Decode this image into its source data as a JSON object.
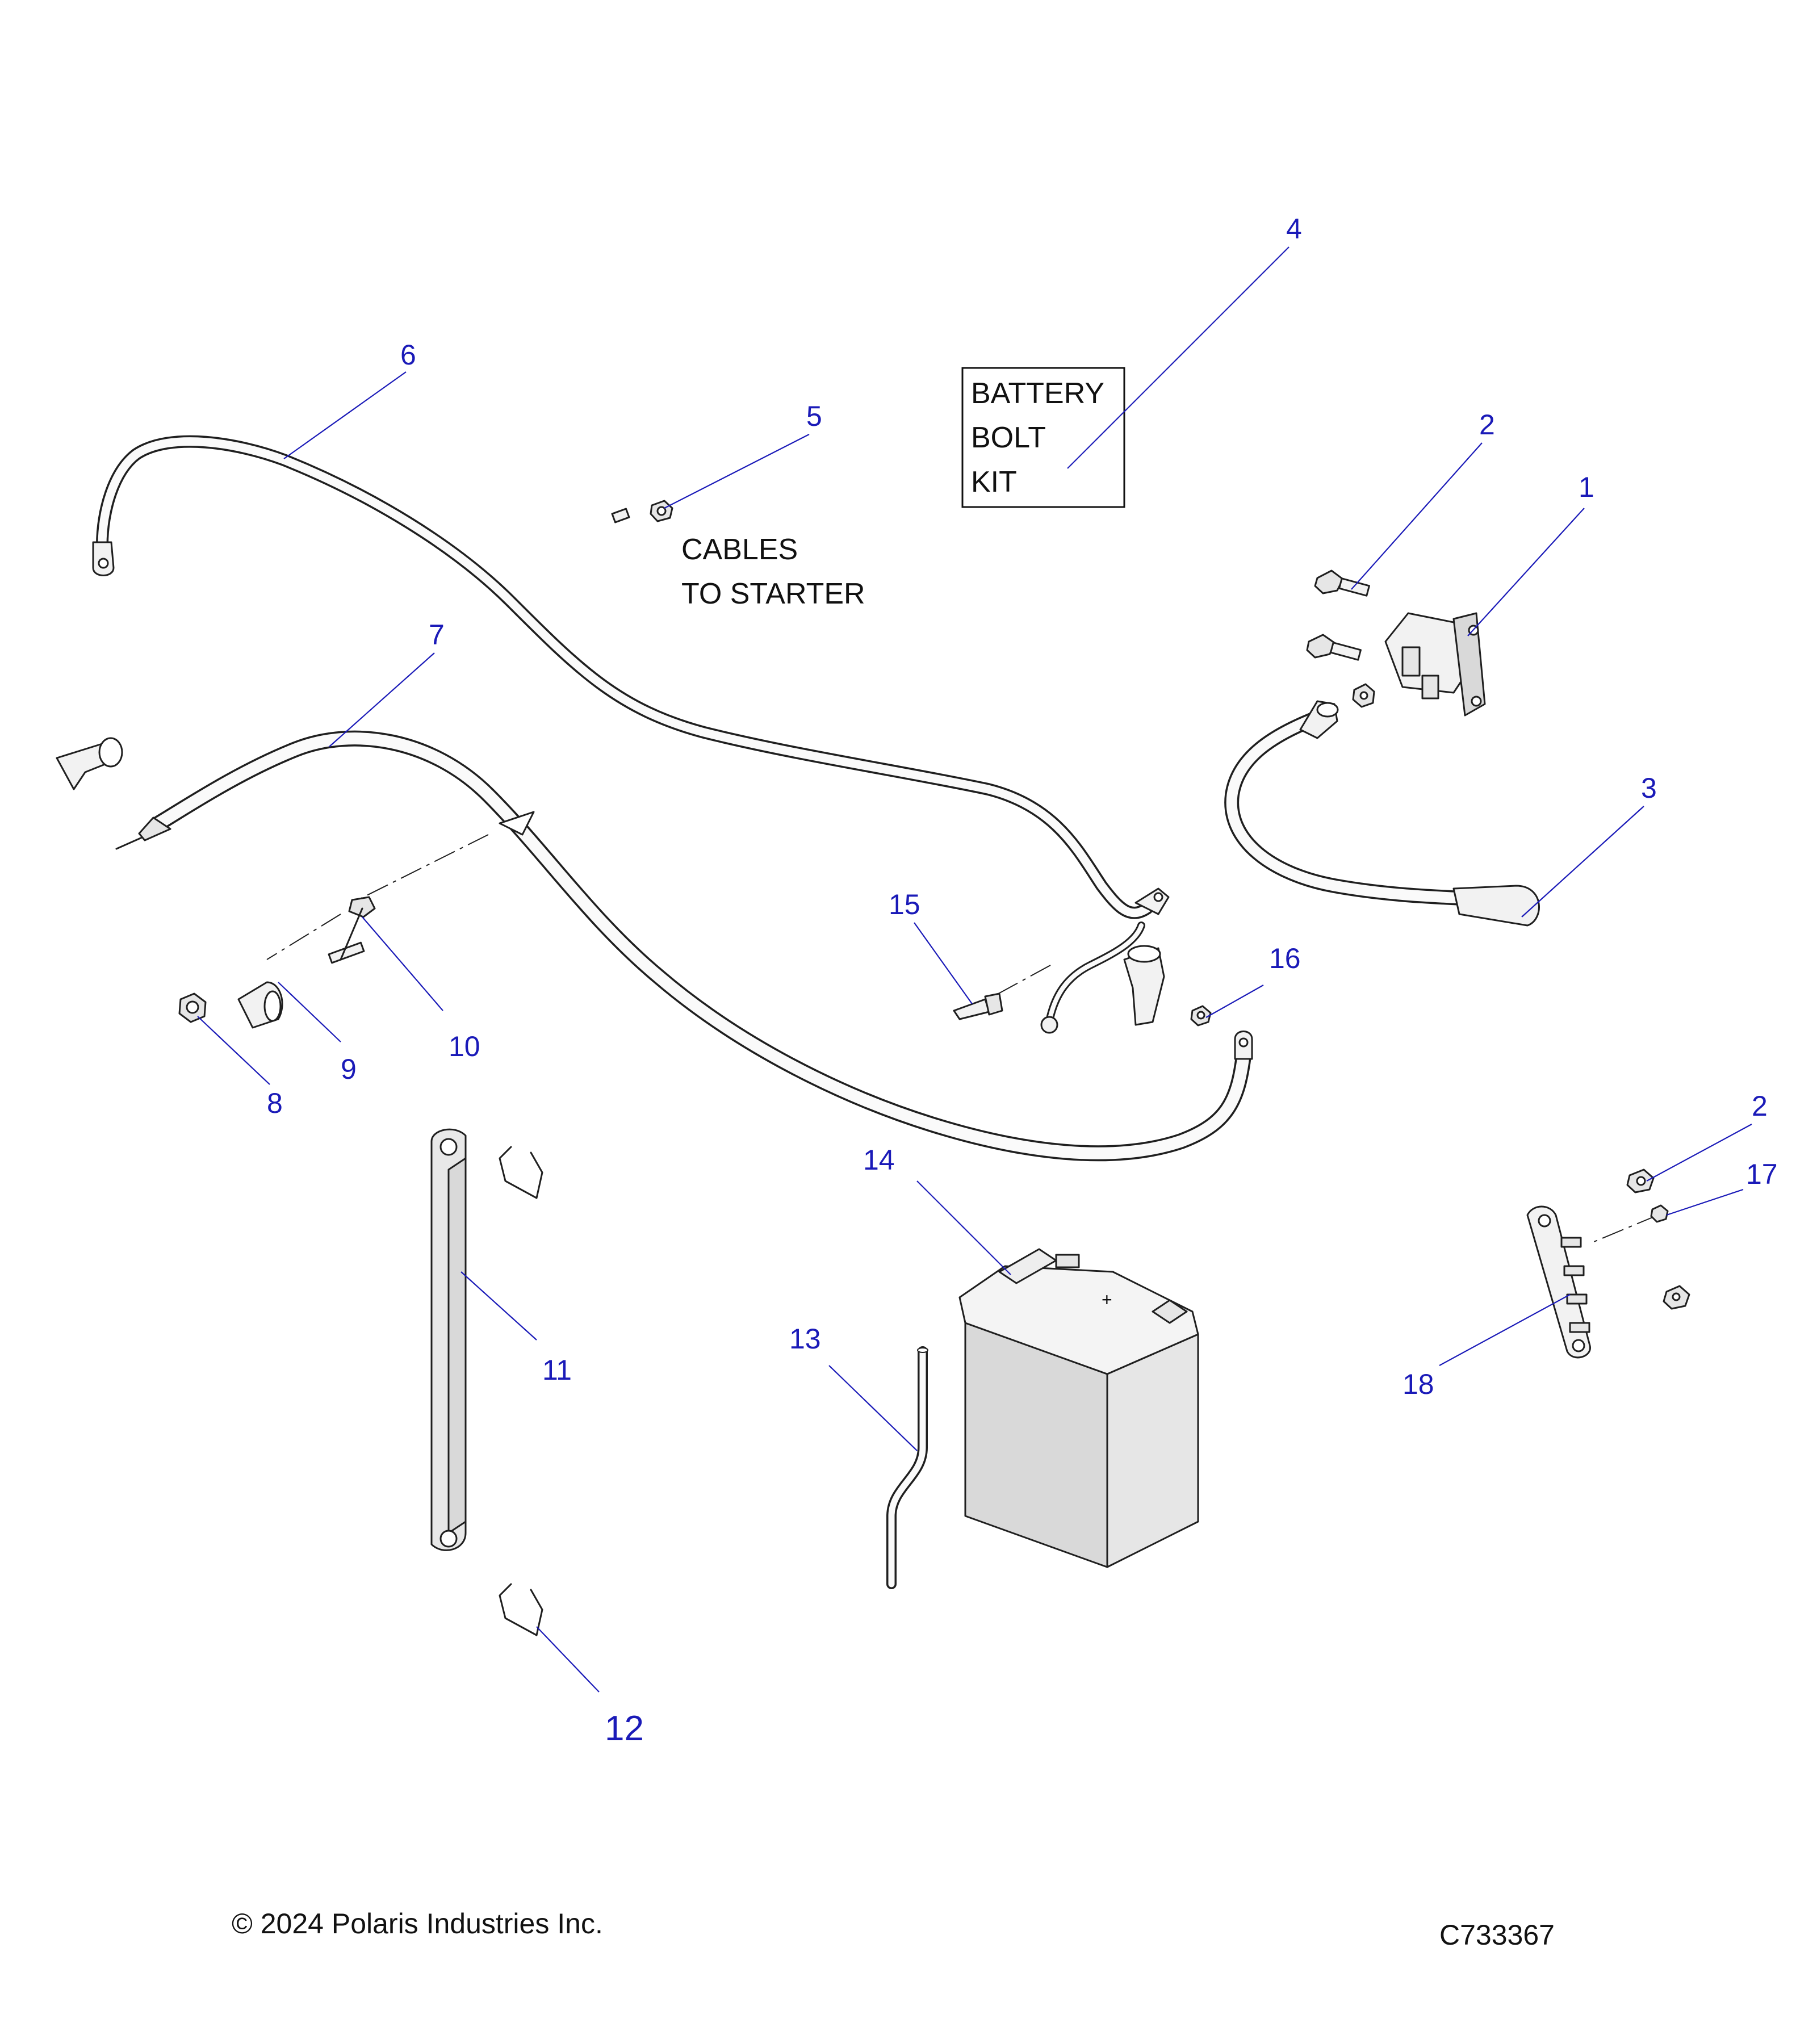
{
  "callouts": {
    "c1": "1",
    "c2a": "2",
    "c2b": "2",
    "c3": "3",
    "c4": "4",
    "c5": "5",
    "c6": "6",
    "c7": "7",
    "c8": "8",
    "c9": "9",
    "c10": "10",
    "c11": "11",
    "c12": "12",
    "c13": "13",
    "c14": "14",
    "c15": "15",
    "c16": "16",
    "c17": "17",
    "c18": "18"
  },
  "notes": {
    "battery_bolt_kit": [
      "BATTERY",
      "BOLT",
      "KIT"
    ],
    "cables_to_starter": [
      "CABLES",
      "TO STARTER"
    ]
  },
  "footer": {
    "copyright": "© 2024 Polaris Industries Inc.",
    "drawing_number": "C733367"
  },
  "colors": {
    "callout": "#1a1ab8",
    "line_art": "#1f1f1f",
    "part_fill": "#f2f2f2",
    "battery_shade": "#d9d9d9"
  }
}
